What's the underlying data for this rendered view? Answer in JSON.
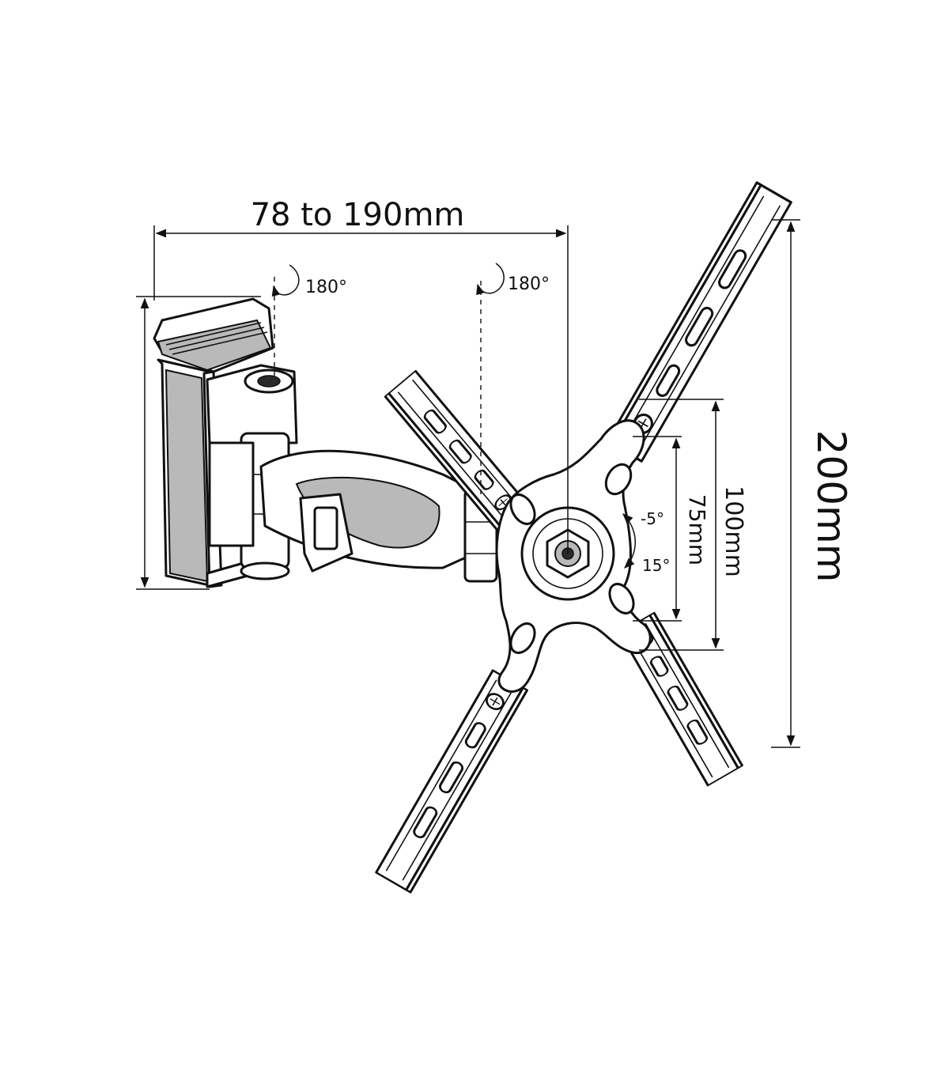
{
  "dimensions": {
    "depth_range": "78 to 190mm",
    "overall_height": "200mm",
    "vesa_100": "100mm",
    "vesa_75": "75mm"
  },
  "angles": {
    "swivel_wall": "180°",
    "swivel_arm": "180°",
    "tilt_up": "-5°",
    "tilt_down": "15°"
  },
  "colors": {
    "line": "#111111",
    "shade": "#b9b9b9",
    "background": "#ffffff"
  }
}
